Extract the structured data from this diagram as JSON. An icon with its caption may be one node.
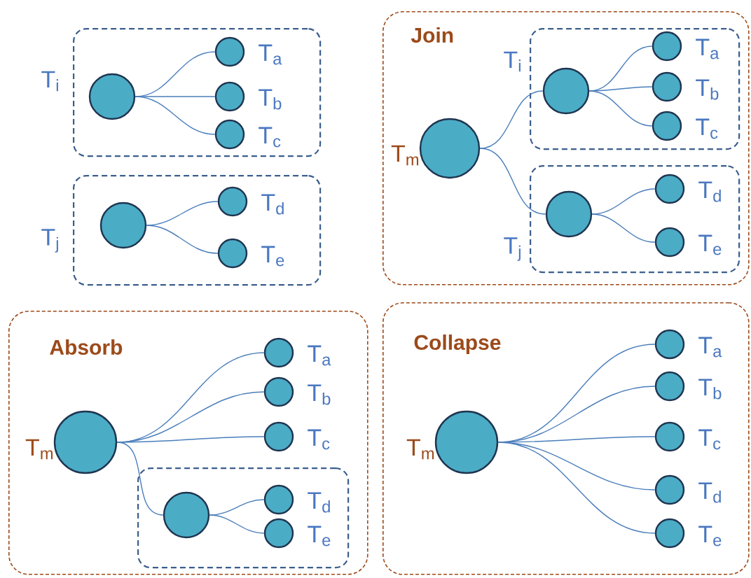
{
  "diagram": {
    "nodes": [
      {
        "text": [
          "T$_{i}$"
        ]
      },
      {
        "text": [],
        "shape": "circle",
        "in": 0
      },
      {
        "text": [],
        "shape": "circle",
        "in": 0,
        "beside": [
          "T$_{a}$"
        ]
      },
      {
        "text": [],
        "shape": "circle",
        "in": 0,
        "beside": [
          "T$_{b}$"
        ]
      },
      {
        "text": [],
        "shape": "circle",
        "in": 0,
        "beside": [
          "T$_{c}$"
        ]
      },
      {
        "text": [
          "T$_{j}$"
        ]
      },
      {
        "text": [],
        "shape": "circle",
        "in": 5
      },
      {
        "text": [],
        "shape": "circle",
        "in": 5,
        "beside": [
          "T$_{d}$"
        ]
      },
      {
        "text": [],
        "shape": "circle",
        "in": 5,
        "beside": [
          "T$_{e}$"
        ]
      },
      {
        "text": [
          "Join"
        ]
      },
      {
        "text": [],
        "shape": "circle",
        "in": 9,
        "beside": [
          "T$_{m}$"
        ]
      },
      {
        "text": [
          "T$_{i}$"
        ],
        "in": 9
      },
      {
        "text": [],
        "shape": "circle",
        "in": 11
      },
      {
        "text": [],
        "shape": "circle",
        "in": 11,
        "beside": [
          "T$_{a}$"
        ]
      },
      {
        "text": [],
        "shape": "circle",
        "in": 11,
        "beside": [
          "T$_{b}$"
        ]
      },
      {
        "text": [],
        "shape": "circle",
        "in": 11,
        "beside": [
          "T$_{c}$"
        ]
      },
      {
        "text": [
          "T$_{j}$"
        ],
        "in": 9
      },
      {
        "text": [],
        "shape": "circle",
        "in": 16
      },
      {
        "text": [],
        "shape": "circle",
        "in": 16,
        "beside": [
          "T$_{d}$"
        ]
      },
      {
        "text": [],
        "shape": "circle",
        "in": 16,
        "beside": [
          "T$_{e}$"
        ]
      },
      {
        "text": [
          "Absorb"
        ]
      },
      {
        "text": [],
        "shape": "circle",
        "in": 20,
        "beside": [
          "T$_{m}$"
        ]
      },
      {
        "text": [],
        "shape": "circle",
        "in": 20,
        "beside": [
          "T$_{a}$"
        ]
      },
      {
        "text": [],
        "shape": "circle",
        "in": 20,
        "beside": [
          "T$_{b}$"
        ]
      },
      {
        "text": [],
        "shape": "circle",
        "in": 20,
        "beside": [
          "T$_{c}$"
        ]
      },
      {
        "text": [],
        "shape": "box",
        "in": 20
      },
      {
        "text": [],
        "shape": "circle",
        "in": 25
      },
      {
        "text": [],
        "shape": "circle",
        "in": 25,
        "beside": [
          "T$_{d}$"
        ]
      },
      {
        "text": [],
        "shape": "circle",
        "in": 25,
        "beside": [
          "T$_{e}$"
        ]
      },
      {
        "text": [
          "Collapse"
        ]
      },
      {
        "text": [],
        "shape": "circle",
        "in": 29,
        "beside": [
          "T$_{m}$"
        ]
      },
      {
        "text": [],
        "shape": "circle",
        "in": 29,
        "beside": [
          "T$_{a}$"
        ]
      },
      {
        "text": [],
        "shape": "circle",
        "in": 29,
        "beside": [
          "T$_{b}$"
        ]
      },
      {
        "text": [],
        "shape": "circle",
        "in": 29,
        "beside": [
          "T$_{c}$"
        ]
      },
      {
        "text": [],
        "shape": "circle",
        "in": 29,
        "beside": [
          "T$_{d}$"
        ]
      },
      {
        "text": [],
        "shape": "circle",
        "in": 29,
        "beside": [
          "T$_{e}$"
        ]
      }
    ],
    "edges": [
      {
        "from": 1,
        "to": 2,
        "arrow": "none"
      },
      {
        "from": 1,
        "to": 3,
        "arrow": "none"
      },
      {
        "from": 1,
        "to": 4,
        "arrow": "none"
      },
      {
        "from": 6,
        "to": 7,
        "arrow": "none"
      },
      {
        "from": 6,
        "to": 8,
        "arrow": "none"
      },
      {
        "from": 10,
        "to": 12,
        "arrow": "none"
      },
      {
        "from": 10,
        "to": 17,
        "arrow": "none"
      },
      {
        "from": 12,
        "to": 13,
        "arrow": "none"
      },
      {
        "from": 12,
        "to": 14,
        "arrow": "none"
      },
      {
        "from": 12,
        "to": 15,
        "arrow": "none"
      },
      {
        "from": 17,
        "to": 18,
        "arrow": "none"
      },
      {
        "from": 17,
        "to": 19,
        "arrow": "none"
      },
      {
        "from": 21,
        "to": 22,
        "arrow": "none"
      },
      {
        "from": 21,
        "to": 23,
        "arrow": "none"
      },
      {
        "from": 21,
        "to": 24,
        "arrow": "none"
      },
      {
        "from": 21,
        "to": 26,
        "arrow": "none"
      },
      {
        "from": 26,
        "to": 27,
        "arrow": "none"
      },
      {
        "from": 26,
        "to": 28,
        "arrow": "none"
      },
      {
        "from": 30,
        "to": 31,
        "arrow": "none"
      },
      {
        "from": 30,
        "to": 32,
        "arrow": "none"
      },
      {
        "from": 30,
        "to": 33,
        "arrow": "none"
      },
      {
        "from": 30,
        "to": 34,
        "arrow": "none"
      },
      {
        "from": 30,
        "to": 35,
        "arrow": "none"
      }
    ]
  }
}
